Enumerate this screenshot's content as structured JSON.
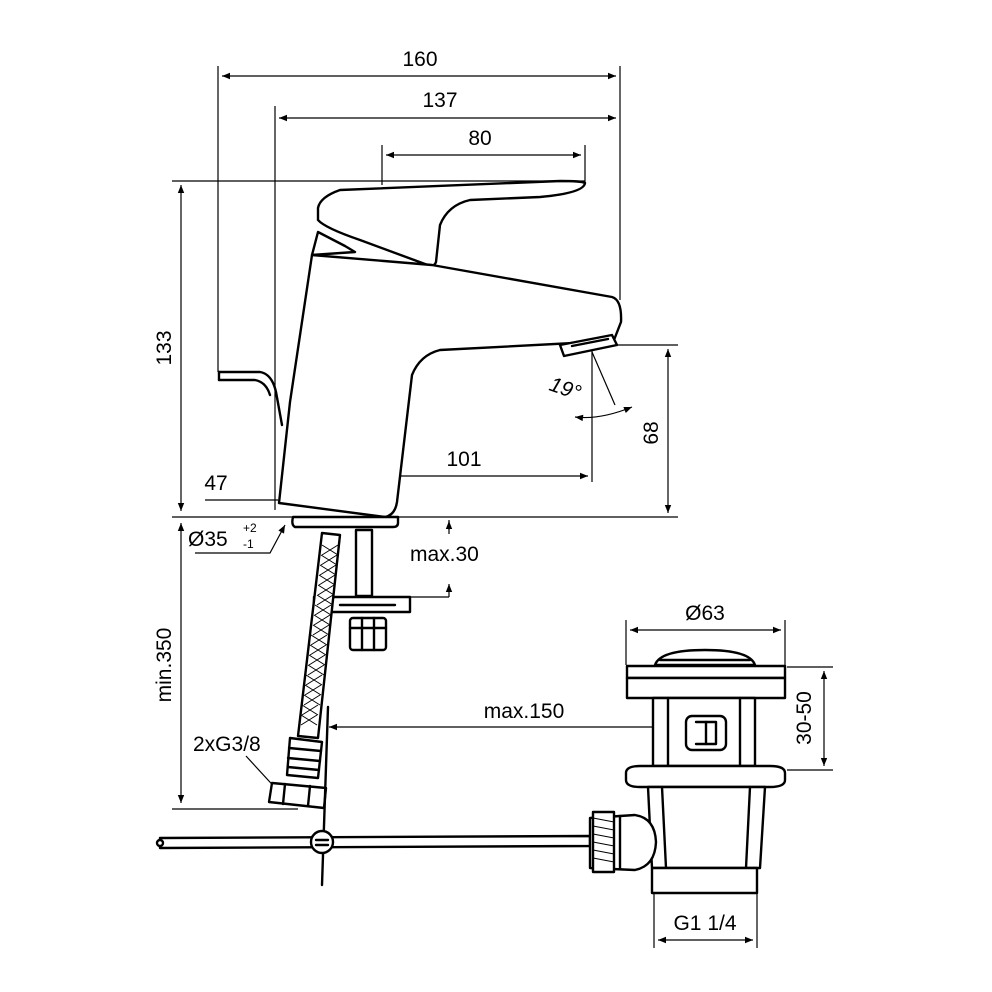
{
  "drawing": {
    "dimensions": {
      "overall_length": "160",
      "spout_length": "137",
      "lever_length": "80",
      "height": "133",
      "base_offset": "47",
      "spout_reach": "101",
      "outlet_height": "68",
      "spray_angle": "19°",
      "hole_diameter": "Ø35",
      "hole_tol_plus": "+2",
      "hole_tol_minus": "-1",
      "max_deck": "max.30",
      "min_hose": "min.350",
      "connection": "2xG3/8",
      "pull_rod": "max.150",
      "waste_diameter": "Ø63",
      "waste_range": "30-50",
      "waste_thread": "G1 1/4"
    }
  }
}
